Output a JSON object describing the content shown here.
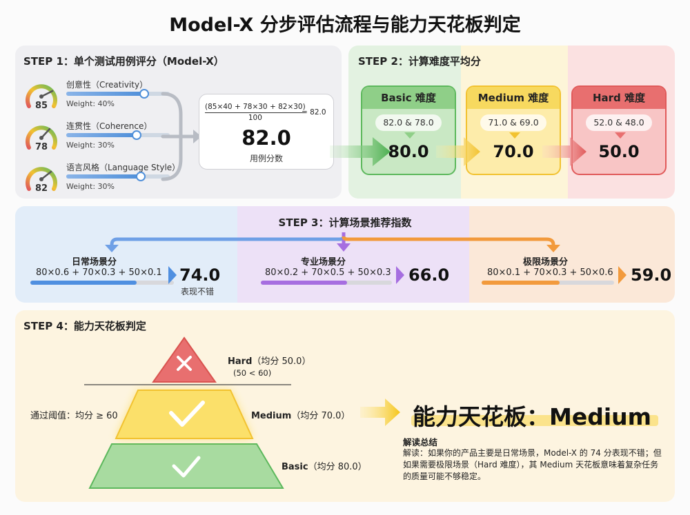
{
  "title": "Model-X 分步评估流程与能力天花板判定",
  "step1": {
    "label": "STEP 1：单个测试用例评分（Model-X）",
    "metrics": [
      {
        "name": "创意性（Creativity）",
        "score": "85",
        "weight": "Weight: 40%",
        "level": 0.85
      },
      {
        "name": "连贯性（Coherence）",
        "score": "78",
        "weight": "Weight: 30%",
        "level": 0.78
      },
      {
        "name": "语言风格（Language Style）",
        "score": "82",
        "weight": "Weight: 30%",
        "level": 0.82
      }
    ],
    "formula_numerator": "(85×40 + 78×30 + 82×30)",
    "formula_denominator": "100",
    "formula_result": "= 82.0",
    "result": "82.0",
    "caption": "用例分数"
  },
  "step2": {
    "label": "STEP 2：计算难度平均分",
    "cards": [
      {
        "title": "Basic 难度",
        "pair": "82.0 & 78.0",
        "avg": "80.0",
        "color": "#5cb85c"
      },
      {
        "title": "Medium 难度",
        "pair": "71.0 & 69.0",
        "avg": "70.0",
        "color": "#f2c230"
      },
      {
        "title": "Hard 难度",
        "pair": "52.0 & 48.0",
        "avg": "50.0",
        "color": "#e05a5a"
      }
    ]
  },
  "step3": {
    "label": "STEP 3：计算场景推荐指数",
    "scenarios": [
      {
        "name": "日常场景分",
        "formula": "80×0.6 + 70×0.3 + 50×0.1",
        "value": "74.0",
        "note": "表现不错",
        "level": 0.74,
        "color": "#4f8fe0"
      },
      {
        "name": "专业场景分",
        "formula": "80×0.2 + 70×0.5 + 50×0.3",
        "value": "66.0",
        "note": "",
        "level": 0.66,
        "color": "#a66ee0"
      },
      {
        "name": "极限场景分",
        "formula": "80×0.1 + 70×0.3 + 50×0.6",
        "value": "59.0",
        "note": "",
        "level": 0.59,
        "color": "#f29a3c"
      }
    ]
  },
  "step4": {
    "label": "STEP 4：能力天花板判定",
    "threshold": "通过阈值：均分 ≥ 60",
    "hard_name": "Hard",
    "hard_avg": "（均分 50.0）",
    "hard_note": "(50 < 60)",
    "medium_name": "Medium",
    "medium_avg": "（均分 70.0）",
    "basic_name": "Basic",
    "basic_avg": "（均分 80.0）",
    "ceiling": "能力天花板：Medium",
    "summary_title": "解读总结",
    "summary_text": "解读：如果你的产品主要是日常场景，Model-X 的 74 分表现不错；但如果需要极限场景（Hard 难度），其 Medium 天花板意味着复杂任务的质量可能不够稳定。"
  }
}
